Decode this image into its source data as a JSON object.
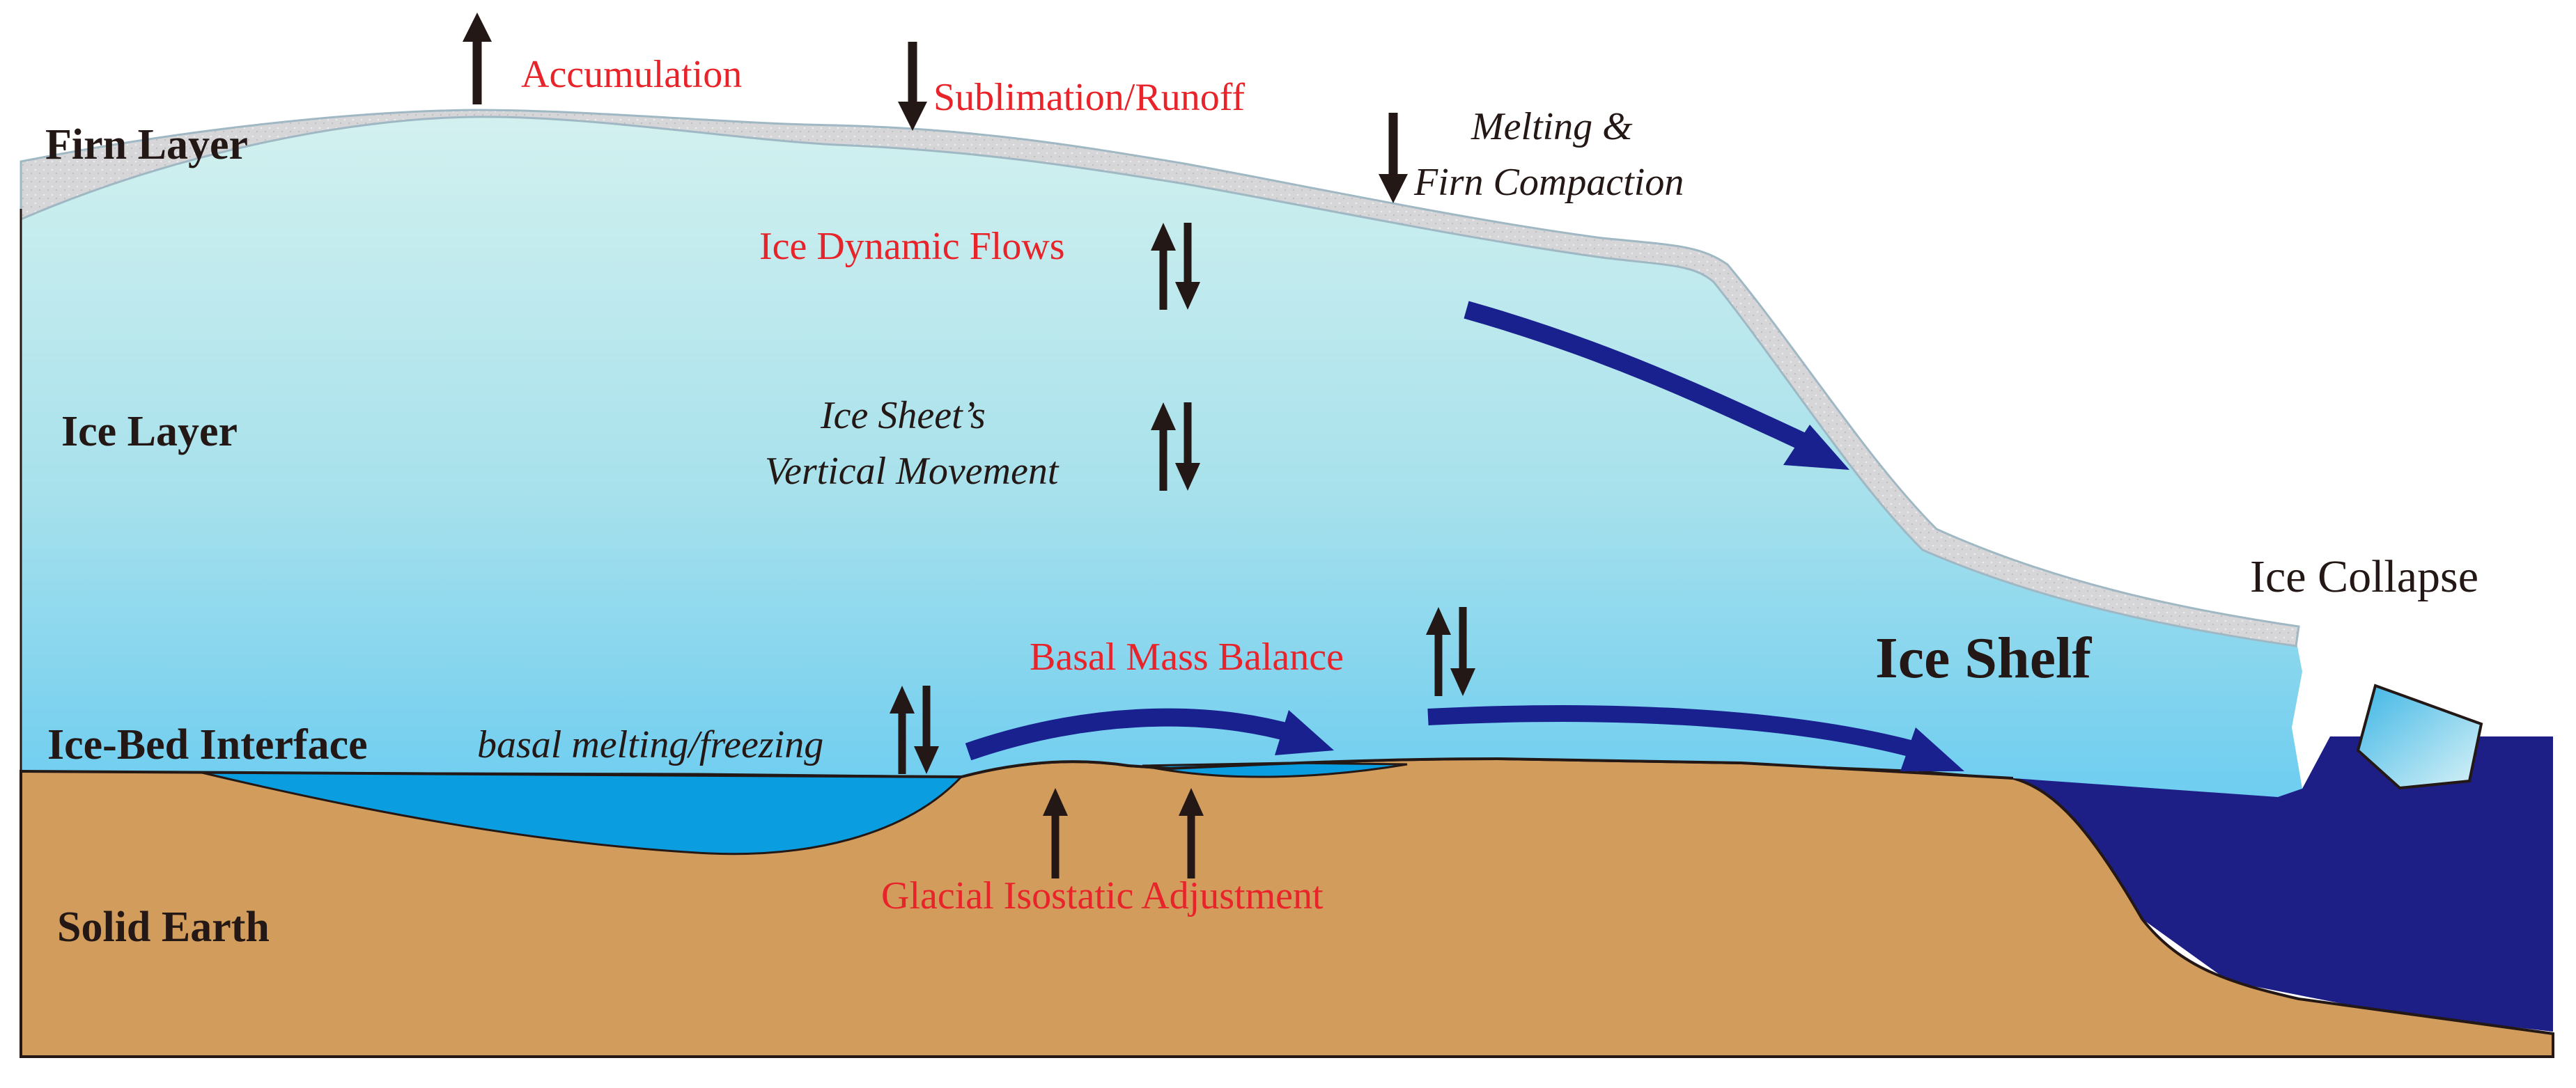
{
  "layers": {
    "firn": "Firn Layer",
    "ice": "Ice Layer",
    "ice_bed": "Ice-Bed Interface",
    "solid_earth": "Solid Earth"
  },
  "processes": {
    "accumulation": "Accumulation",
    "sublimation": "Sublimation/Runoff",
    "melting_line1": "Melting &",
    "melting_line2": "Firn Compaction",
    "ice_dynamic": "Ice Dynamic Flows",
    "vertical_line1": "Ice Sheet’s",
    "vertical_line2": "Vertical Movement",
    "basal_mass": "Basal Mass Balance",
    "basal_melting": "basal melting/freezing",
    "gia": "Glacial Isostatic Adjustment"
  },
  "features": {
    "ice_shelf": "Ice Shelf",
    "ice_collapse": "Ice Collapse"
  },
  "colors": {
    "firn": "#d7d7d9",
    "ice_top": "#cdeff0",
    "ice_bottom": "#72cfee",
    "subglacial_water": "#0a9ee0",
    "bedrock": "#d29c5c",
    "ocean": "#1d1f86",
    "flow_arrow": "#19218f",
    "arrow": "#231815",
    "red_text": "#e8232a"
  }
}
